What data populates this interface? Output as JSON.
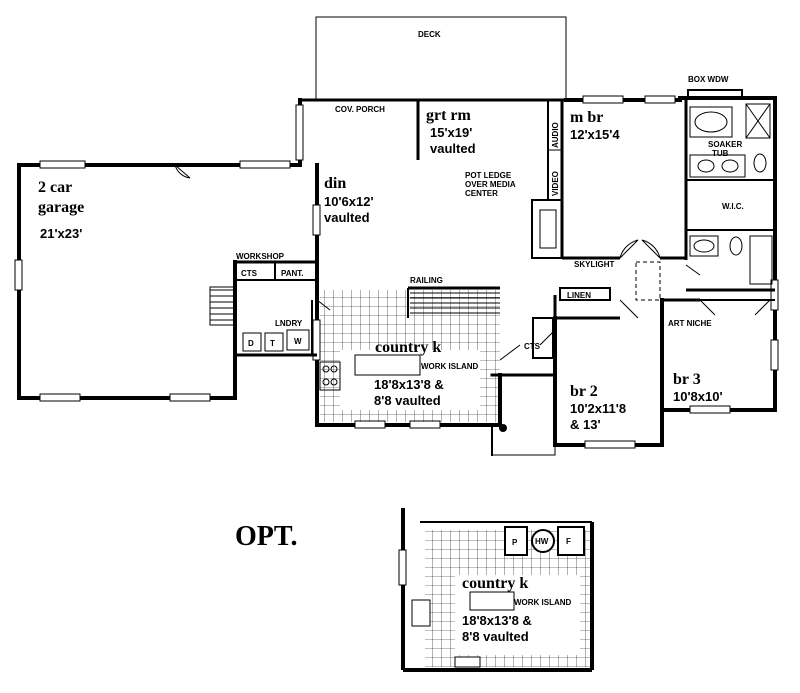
{
  "rooms": {
    "deck": "DECK",
    "box_wdw": "BOX WDW",
    "cov_porch": "COV. PORCH",
    "grt_rm": {
      "name": "grt rm",
      "size": "15'x19'",
      "note": "vaulted"
    },
    "m_br": {
      "name": "m br",
      "size": "12'x15'4"
    },
    "audio": "AUDIO",
    "video": "VIDEO",
    "soaker_tub": [
      "SOAKER",
      "TUB"
    ],
    "pot_ledge": [
      "POT LEDGE",
      "OVER MEDIA",
      "CENTER"
    ],
    "garage": {
      "name1": "2 car",
      "name2": "garage",
      "size": "21'x23'"
    },
    "din": {
      "name": "din",
      "size": "10'6x12'",
      "note": "vaulted"
    },
    "wic": "W.I.C.",
    "workshop": "WORKSHOP",
    "cts": "CTS",
    "pant": "PANT.",
    "railing": "RAILING",
    "skylight": "SKYLIGHT",
    "linen": "LINEN",
    "art_niche": "ART NICHE",
    "lndry": "LNDRY",
    "d": "D",
    "t": "T",
    "w": "W",
    "country_k": {
      "name": "country k",
      "size": "18'8x13'8  &",
      "note": "8'8  vaulted",
      "island": "WORK ISLAND"
    },
    "cts2": "CTS",
    "br2": {
      "name": "br 2",
      "size": "10'2x11'8",
      "note": "& 13'"
    },
    "br3": {
      "name": "br 3",
      "size": "10'8x10'"
    }
  },
  "option": {
    "title": "OPT.",
    "p": "P",
    "hw": "HW",
    "f": "F",
    "country_k": {
      "name": "country k",
      "size": "18'8x13'8  &",
      "note": "8'8  vaulted",
      "island": "WORK ISLAND"
    }
  }
}
